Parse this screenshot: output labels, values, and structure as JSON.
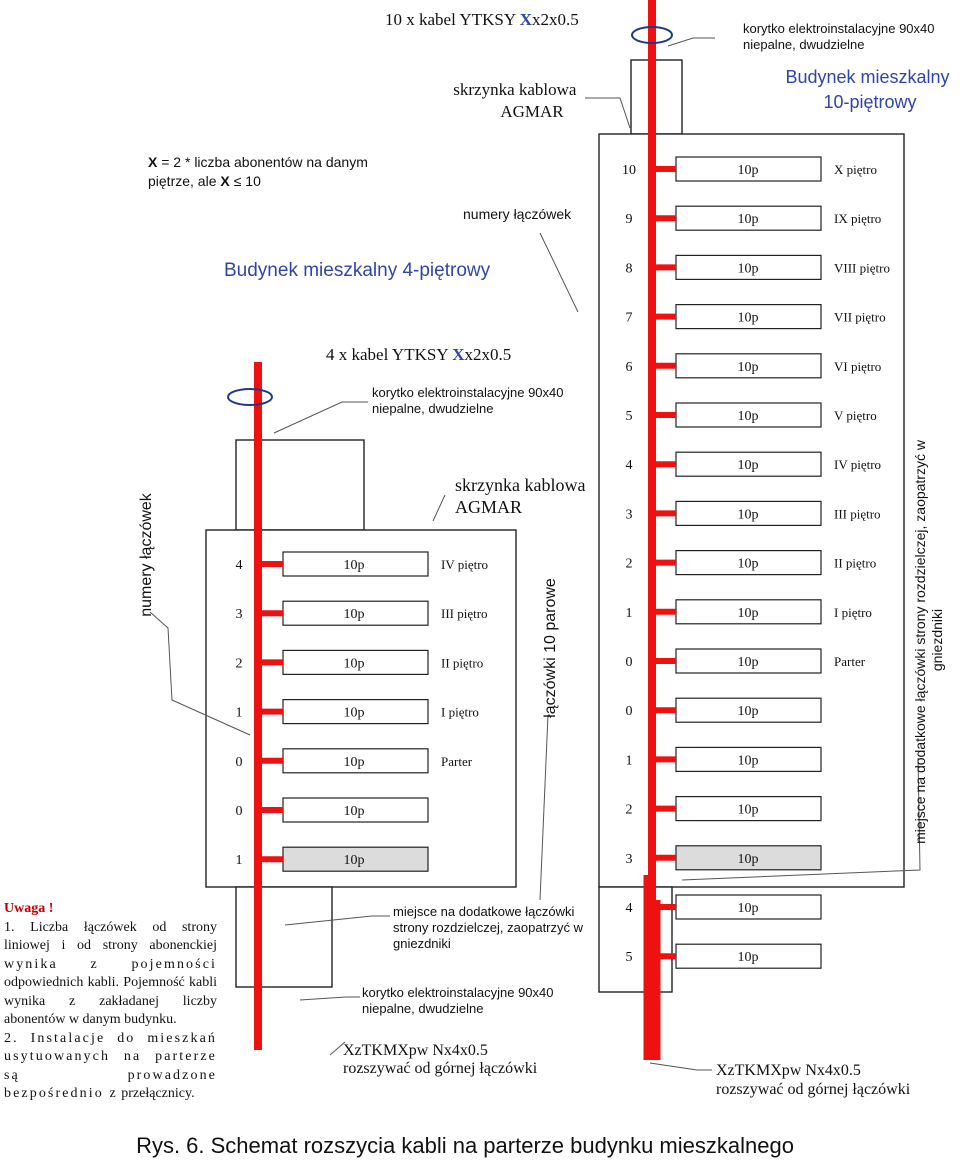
{
  "title": "Rys. 6. Schemat rozszycia kabli na parterze budynku mieszkalnego",
  "colors": {
    "cable": "#ee1111",
    "clamp": "#1f3a8a",
    "label_blue": "#2e46a8",
    "note_header": "#c00000",
    "spare_box": "#dcdcdc"
  },
  "top": {
    "cable_prefix": "10 x kabel YTKSY ",
    "cable_bold": "X",
    "cable_suffix": "x2x0.5",
    "tray_line1": "korytko elektroinstalacyjne 90x40",
    "tray_line2": "niepalne, dwudzielne",
    "box_line1": "skrzynka kablowa",
    "box_line2": "AGMAR",
    "building_line1": "Budynek mieszkalny",
    "building_line2": "10-piętrowy",
    "formula_bold1": "X",
    "formula_text": " = 2 * liczba abonentów na danym",
    "formula_line2_text": "piętrze, ale ",
    "formula_bold2": "X",
    "formula_symbol": "≤",
    "formula_tail": " 10",
    "numery_label": "numery łączówek"
  },
  "small_building": {
    "title": "Budynek mieszkalny 4-piętrowy",
    "cable_prefix": "4 x kabel YTKSY ",
    "cable_bold": "X",
    "cable_suffix": "x2x0.5",
    "tray_line1": "korytko elektroinstalacyjne 90x40",
    "tray_line2": "niepalne, dwudzielne",
    "box_line1": "skrzynka kablowa",
    "box_line2": "AGMAR",
    "numery_label": "numery łączówek",
    "rows": [
      {
        "num": "4",
        "label": "10p",
        "floor": "IV piętro",
        "spare": false
      },
      {
        "num": "3",
        "label": "10p",
        "floor": "III piętro",
        "spare": false
      },
      {
        "num": "2",
        "label": "10p",
        "floor": "II piętro",
        "spare": false
      },
      {
        "num": "1",
        "label": "10p",
        "floor": "I piętro",
        "spare": false
      },
      {
        "num": "0",
        "label": "10p",
        "floor": "Parter",
        "spare": false
      },
      {
        "num": "0",
        "label": "10p",
        "floor": "",
        "spare": false
      },
      {
        "num": "1",
        "label": "10p",
        "floor": "",
        "spare": true
      }
    ]
  },
  "middle": {
    "laczowki_label": "łączówki 10 parowe"
  },
  "large_building": {
    "side_label_line1": "miejsce na dodatkowe łączówki strony rozdzielczej, zaopatrzyć w",
    "side_label_line2": "gniezdniki",
    "rows": [
      {
        "num": "10",
        "label": "10p",
        "floor": "X piętro",
        "spare": false
      },
      {
        "num": "9",
        "label": "10p",
        "floor": "IX piętro",
        "spare": false
      },
      {
        "num": "8",
        "label": "10p",
        "floor": "VIII piętro",
        "spare": false
      },
      {
        "num": "7",
        "label": "10p",
        "floor": "VII piętro",
        "spare": false
      },
      {
        "num": "6",
        "label": "10p",
        "floor": "VI piętro",
        "spare": false
      },
      {
        "num": "5",
        "label": "10p",
        "floor": "V piętro",
        "spare": false
      },
      {
        "num": "4",
        "label": "10p",
        "floor": "IV piętro",
        "spare": false
      },
      {
        "num": "3",
        "label": "10p",
        "floor": "III piętro",
        "spare": false
      },
      {
        "num": "2",
        "label": "10p",
        "floor": "II piętro",
        "spare": false
      },
      {
        "num": "1",
        "label": "10p",
        "floor": "I piętro",
        "spare": false
      },
      {
        "num": "0",
        "label": "10p",
        "floor": "Parter",
        "spare": false
      },
      {
        "num": "0",
        "label": "10p",
        "floor": "",
        "spare": false
      },
      {
        "num": "1",
        "label": "10p",
        "floor": "",
        "spare": false
      },
      {
        "num": "2",
        "label": "10p",
        "floor": "",
        "spare": false
      },
      {
        "num": "3",
        "label": "10p",
        "floor": "",
        "spare": true
      },
      {
        "num": "4",
        "label": "10p",
        "floor": "",
        "spare": false
      },
      {
        "num": "5",
        "label": "10p",
        "floor": "",
        "spare": false
      }
    ]
  },
  "bottom": {
    "spare_place_line1": "miejsce na dodatkowe łączówki",
    "spare_place_line2": "strony rozdzielczej, zaopatrzyć w",
    "spare_place_line3": "gniezdniki",
    "tray_line1": "korytko elektroinstalacyjne 90x40",
    "tray_line2": "niepalne, dwudzielne",
    "cable_left_line1": "XzTKMXpw Nx4x0.5",
    "cable_left_line2": "rozszywać od górnej łączówki",
    "cable_right_line1": "XzTKMXpw Nx4x0.5",
    "cable_right_line2": "rozszywać od górnej łączówki"
  },
  "notes": {
    "header": "Uwaga !",
    "item1": "1. Liczba łączówek od strony liniowej i od strony abonenckiej",
    "item1_spaced": "wynika z pojemności",
    "item1_rest": "odpowiednich kabli. Pojemność kabli wynika z zakładanej liczby abonentów w danym budynku.",
    "item2_spaced": "2. Instalacje do mieszkań usytuowanych na parterze są prowadzone bezpośrednio z",
    "item2_rest": "przełącznicy."
  }
}
